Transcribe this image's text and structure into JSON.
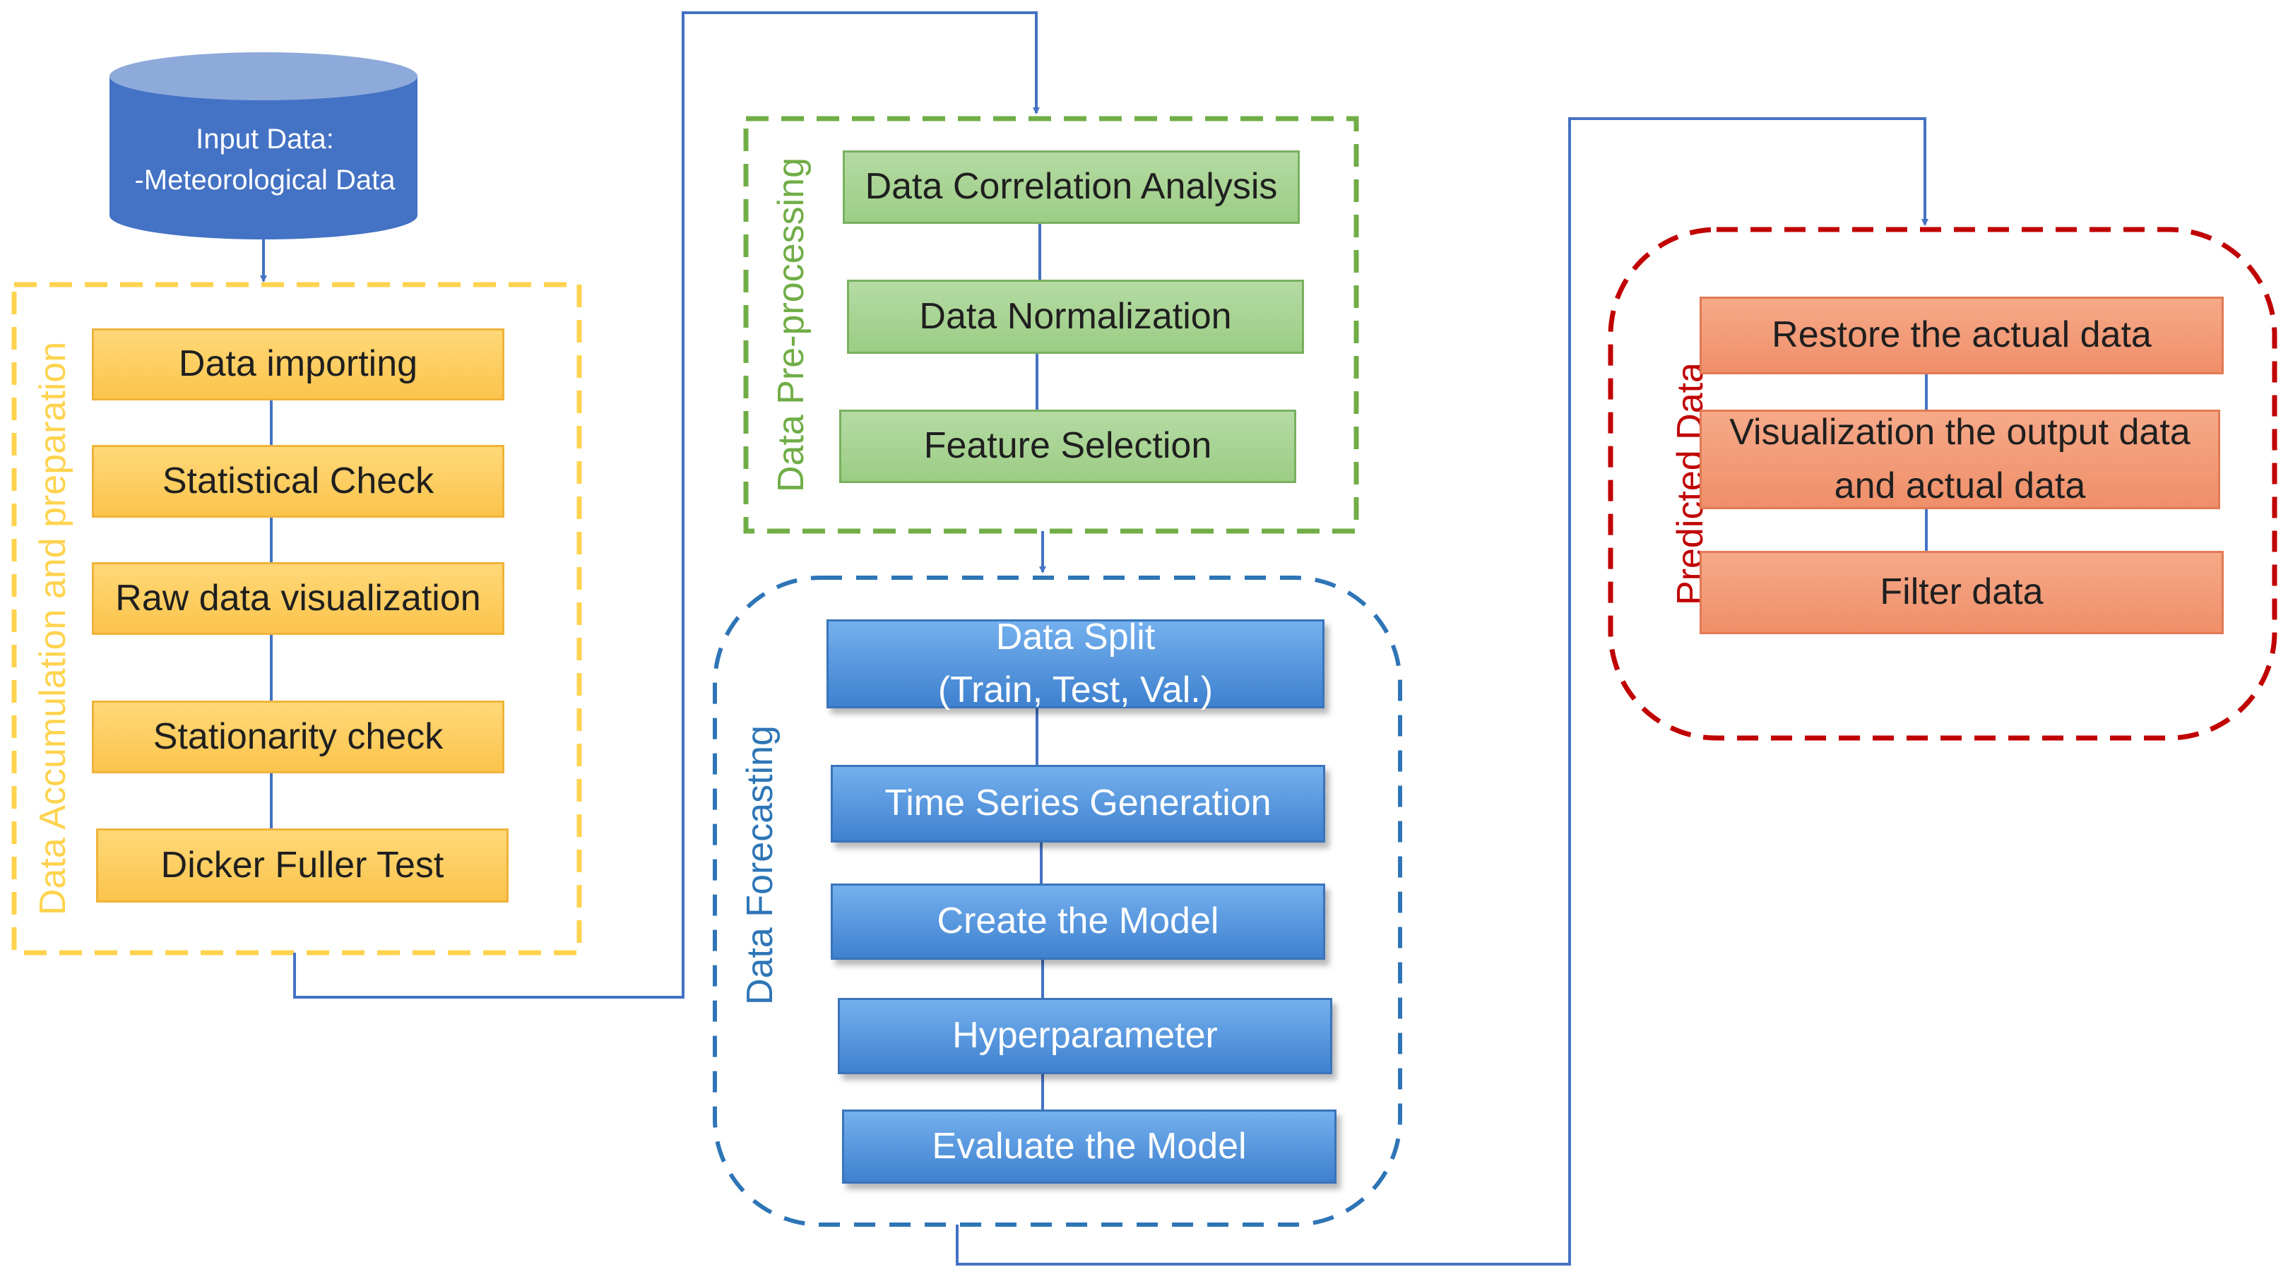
{
  "colors": {
    "accumulation": "#ffd34f",
    "preprocessing": "#70ad47",
    "forecasting": "#2e75b6",
    "predicted": "#c00000",
    "connector": "#4472c4"
  },
  "input": {
    "line1": "Input Data:",
    "line2": "-Meteorological Data"
  },
  "groups": {
    "accumulation": {
      "label": "Data Accumulation and preparation",
      "steps": [
        "Data importing",
        "Statistical Check",
        "Raw data visualization",
        "Stationarity check",
        "Dicker Fuller Test"
      ]
    },
    "preprocessing": {
      "label": "Data Pre-processing",
      "steps": [
        "Data Correlation Analysis",
        "Data Normalization",
        "Feature Selection"
      ]
    },
    "forecasting": {
      "label": "Data Forecasting",
      "steps": [
        "Data Split\n(Train, Test, Val.)",
        "Time Series Generation",
        "Create the Model",
        "Hyperparameter",
        "Evaluate the Model"
      ]
    },
    "predicted": {
      "label": "Predicted Data",
      "steps": [
        "Restore the actual data",
        "Visualization the output data\nand actual data",
        "Filter data"
      ]
    }
  }
}
